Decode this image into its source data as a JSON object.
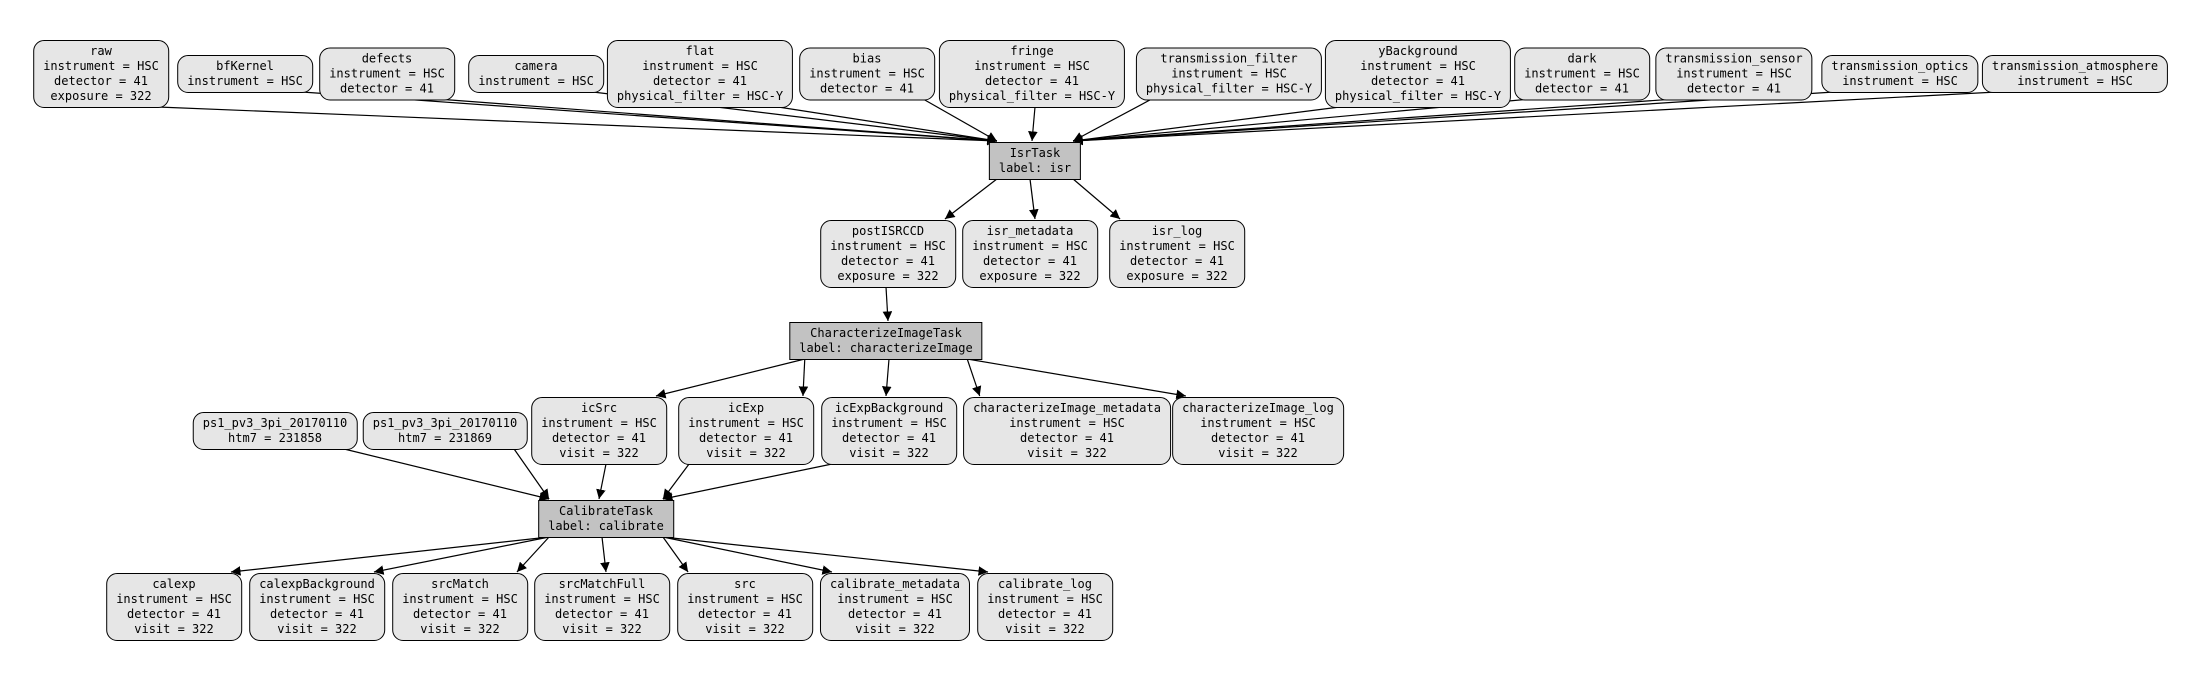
{
  "diagram": {
    "kind": "pipeline-dag",
    "background_color": "#ffffff",
    "dataset_node_fill": "#e6e6e6",
    "task_node_fill": "#c2c2c2",
    "border_color": "#000000"
  },
  "nodes": {
    "raw": {
      "title": "raw",
      "attrs": [
        "instrument = HSC",
        "detector = 41",
        "exposure = 322"
      ]
    },
    "bfKernel": {
      "title": "bfKernel",
      "attrs": [
        "instrument = HSC"
      ]
    },
    "defects": {
      "title": "defects",
      "attrs": [
        "instrument = HSC",
        "detector = 41"
      ]
    },
    "camera": {
      "title": "camera",
      "attrs": [
        "instrument = HSC"
      ]
    },
    "flat": {
      "title": "flat",
      "attrs": [
        "instrument = HSC",
        "detector = 41",
        "physical_filter = HSC-Y"
      ]
    },
    "bias": {
      "title": "bias",
      "attrs": [
        "instrument = HSC",
        "detector = 41"
      ]
    },
    "fringe": {
      "title": "fringe",
      "attrs": [
        "instrument = HSC",
        "detector = 41",
        "physical_filter = HSC-Y"
      ]
    },
    "transmission_filter": {
      "title": "transmission_filter",
      "attrs": [
        "instrument = HSC",
        "physical_filter = HSC-Y"
      ]
    },
    "yBackground": {
      "title": "yBackground",
      "attrs": [
        "instrument = HSC",
        "detector = 41",
        "physical_filter = HSC-Y"
      ]
    },
    "dark": {
      "title": "dark",
      "attrs": [
        "instrument = HSC",
        "detector = 41"
      ]
    },
    "transmission_sensor": {
      "title": "transmission_sensor",
      "attrs": [
        "instrument = HSC",
        "detector = 41"
      ]
    },
    "transmission_optics": {
      "title": "transmission_optics",
      "attrs": [
        "instrument = HSC"
      ]
    },
    "transmission_atmosphere": {
      "title": "transmission_atmosphere",
      "attrs": [
        "instrument = HSC"
      ]
    },
    "isrTask": {
      "title": "IsrTask",
      "label": "label: isr"
    },
    "postISRCCD": {
      "title": "postISRCCD",
      "attrs": [
        "instrument = HSC",
        "detector = 41",
        "exposure = 322"
      ]
    },
    "isr_metadata": {
      "title": "isr_metadata",
      "attrs": [
        "instrument = HSC",
        "detector = 41",
        "exposure = 322"
      ]
    },
    "isr_log": {
      "title": "isr_log",
      "attrs": [
        "instrument = HSC",
        "detector = 41",
        "exposure = 322"
      ]
    },
    "characterizeImageTask": {
      "title": "CharacterizeImageTask",
      "label": "label: characterizeImage"
    },
    "ps1_a": {
      "title": "ps1_pv3_3pi_20170110",
      "attrs": [
        "htm7 = 231858"
      ]
    },
    "ps1_b": {
      "title": "ps1_pv3_3pi_20170110",
      "attrs": [
        "htm7 = 231869"
      ]
    },
    "icSrc": {
      "title": "icSrc",
      "attrs": [
        "instrument = HSC",
        "detector = 41",
        "visit = 322"
      ]
    },
    "icExp": {
      "title": "icExp",
      "attrs": [
        "instrument = HSC",
        "detector = 41",
        "visit = 322"
      ]
    },
    "icExpBackground": {
      "title": "icExpBackground",
      "attrs": [
        "instrument = HSC",
        "detector = 41",
        "visit = 322"
      ]
    },
    "characterizeImage_metadata": {
      "title": "characterizeImage_metadata",
      "attrs": [
        "instrument = HSC",
        "detector = 41",
        "visit = 322"
      ]
    },
    "characterizeImage_log": {
      "title": "characterizeImage_log",
      "attrs": [
        "instrument = HSC",
        "detector = 41",
        "visit = 322"
      ]
    },
    "calibrateTask": {
      "title": "CalibrateTask",
      "label": "label: calibrate"
    },
    "calexp": {
      "title": "calexp",
      "attrs": [
        "instrument = HSC",
        "detector = 41",
        "visit = 322"
      ]
    },
    "calexpBackground": {
      "title": "calexpBackground",
      "attrs": [
        "instrument = HSC",
        "detector = 41",
        "visit = 322"
      ]
    },
    "srcMatch": {
      "title": "srcMatch",
      "attrs": [
        "instrument = HSC",
        "detector = 41",
        "visit = 322"
      ]
    },
    "srcMatchFull": {
      "title": "srcMatchFull",
      "attrs": [
        "instrument = HSC",
        "detector = 41",
        "visit = 322"
      ]
    },
    "src": {
      "title": "src",
      "attrs": [
        "instrument = HSC",
        "detector = 41",
        "visit = 322"
      ]
    },
    "calibrate_metadata": {
      "title": "calibrate_metadata",
      "attrs": [
        "instrument = HSC",
        "detector = 41",
        "visit = 322"
      ]
    },
    "calibrate_log": {
      "title": "calibrate_log",
      "attrs": [
        "instrument = HSC",
        "detector = 41",
        "visit = 322"
      ]
    }
  },
  "edges": [
    [
      "raw",
      "isrTask"
    ],
    [
      "bfKernel",
      "isrTask"
    ],
    [
      "defects",
      "isrTask"
    ],
    [
      "camera",
      "isrTask"
    ],
    [
      "flat",
      "isrTask"
    ],
    [
      "bias",
      "isrTask"
    ],
    [
      "fringe",
      "isrTask"
    ],
    [
      "transmission_filter",
      "isrTask"
    ],
    [
      "yBackground",
      "isrTask"
    ],
    [
      "dark",
      "isrTask"
    ],
    [
      "transmission_sensor",
      "isrTask"
    ],
    [
      "transmission_optics",
      "isrTask"
    ],
    [
      "transmission_atmosphere",
      "isrTask"
    ],
    [
      "isrTask",
      "postISRCCD"
    ],
    [
      "isrTask",
      "isr_metadata"
    ],
    [
      "isrTask",
      "isr_log"
    ],
    [
      "postISRCCD",
      "characterizeImageTask"
    ],
    [
      "characterizeImageTask",
      "icSrc"
    ],
    [
      "characterizeImageTask",
      "icExp"
    ],
    [
      "characterizeImageTask",
      "icExpBackground"
    ],
    [
      "characterizeImageTask",
      "characterizeImage_metadata"
    ],
    [
      "characterizeImageTask",
      "characterizeImage_log"
    ],
    [
      "ps1_a",
      "calibrateTask"
    ],
    [
      "ps1_b",
      "calibrateTask"
    ],
    [
      "icSrc",
      "calibrateTask"
    ],
    [
      "icExp",
      "calibrateTask"
    ],
    [
      "icExpBackground",
      "calibrateTask"
    ],
    [
      "calibrateTask",
      "calexp"
    ],
    [
      "calibrateTask",
      "calexpBackground"
    ],
    [
      "calibrateTask",
      "srcMatch"
    ],
    [
      "calibrateTask",
      "srcMatchFull"
    ],
    [
      "calibrateTask",
      "src"
    ],
    [
      "calibrateTask",
      "calibrate_metadata"
    ],
    [
      "calibrateTask",
      "calibrate_log"
    ]
  ]
}
